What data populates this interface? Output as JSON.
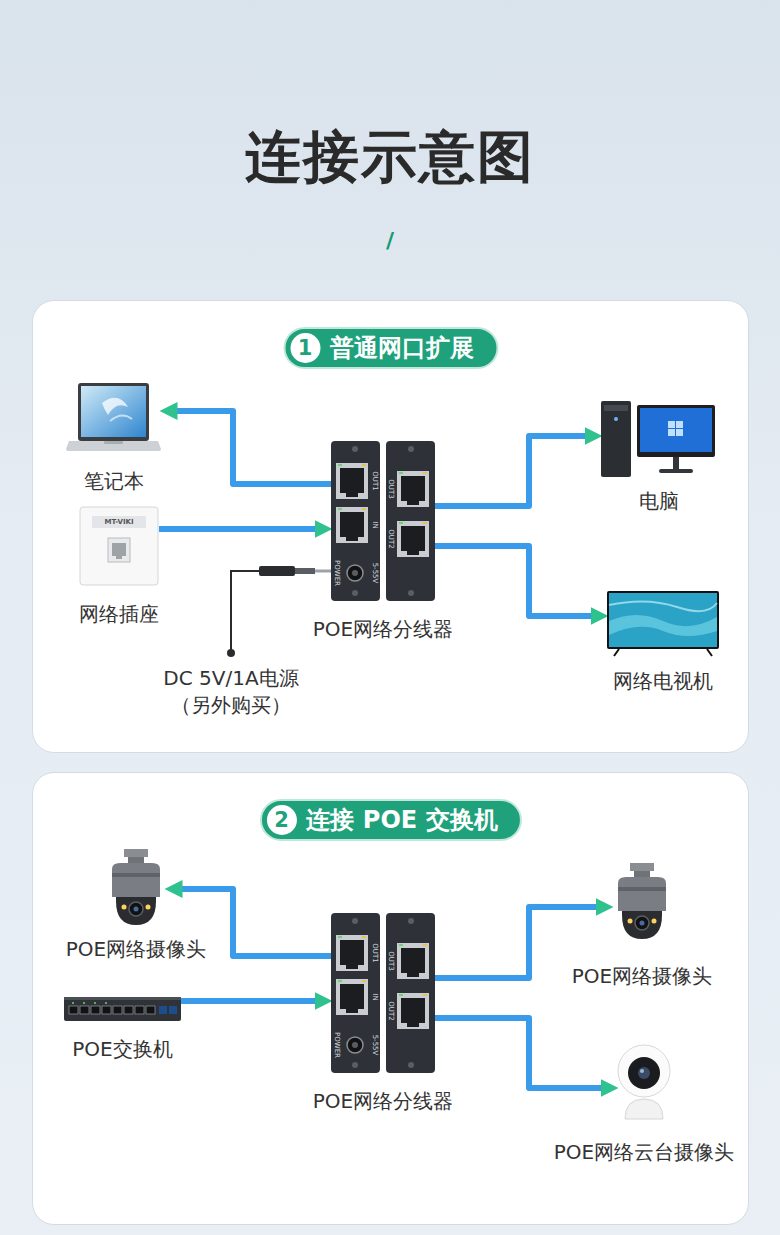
{
  "diagram": {
    "title": "连接示意图",
    "nodes": [
      {
        "text": [
          "1",
          "普通网口扩展"
        ]
      },
      {
        "text": [
          "笔记本"
        ],
        "in": 0
      },
      {
        "text": [
          "网络插座"
        ],
        "in": 0
      },
      {
        "text": [
          "POE网络分线器"
        ],
        "in": 0
      },
      {
        "text": [
          "电脑"
        ],
        "in": 0
      },
      {
        "text": [
          "网络电视机"
        ],
        "in": 0
      },
      {
        "text": [
          "2",
          "连接 POE 交换机"
        ]
      },
      {
        "text": [
          "POE网络摄像头"
        ],
        "in": 6
      },
      {
        "text": [
          "POE交换机"
        ],
        "in": 6
      },
      {
        "text": [
          "POE网络分线器"
        ],
        "in": 6
      },
      {
        "text": [
          "POE网络摄像头"
        ],
        "in": 6
      },
      {
        "text": [
          "POE网络云台摄像头"
        ],
        "in": 6
      }
    ],
    "edges": [
      {
        "from": 3,
        "to": 1,
        "arrow": "to"
      },
      {
        "from": 2,
        "to": 3,
        "arrow": "to"
      },
      {
        "from": 3,
        "to": 4,
        "arrow": "to"
      },
      {
        "from": 3,
        "to": 5,
        "arrow": "to"
      },
      {
        "from": 9,
        "to": 7,
        "arrow": "to"
      },
      {
        "from": 8,
        "to": 9,
        "arrow": "to"
      },
      {
        "from": 9,
        "to": 10,
        "arrow": "to"
      },
      {
        "from": 9,
        "to": 11,
        "arrow": "to"
      }
    ],
    "labels": [
      "/",
      "DC 5V/1A电源",
      "（另外购买）",
      "MT-VIKI",
      "OUT1",
      "IN",
      "5-55V",
      "POWER",
      "OUT3",
      "OUT2",
      "OUT1",
      "IN",
      "5-55V",
      "POWER",
      "OUT3",
      "OUT2"
    ]
  }
}
